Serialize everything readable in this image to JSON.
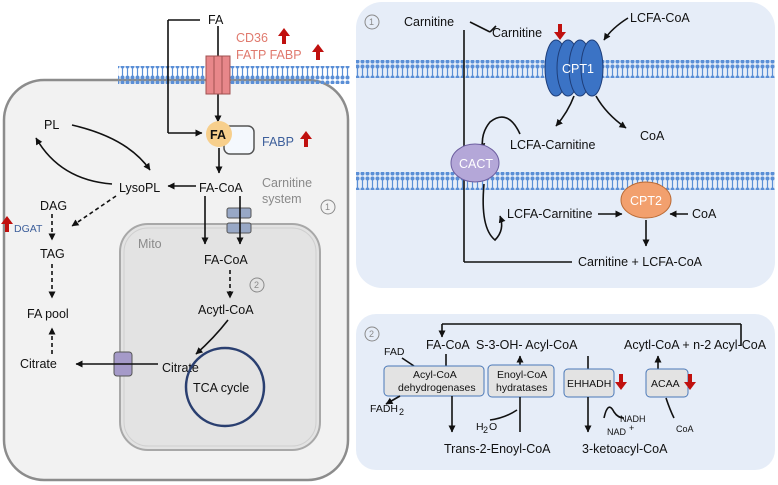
{
  "left_panel": {
    "fa": "FA",
    "cd36": "CD36",
    "fatp_fabp": "FATP FABP",
    "fa_cyto": "FA",
    "fabp": "FABP",
    "pl": "PL",
    "lysopl": "LysoPL",
    "dag": "DAG",
    "dgat": "DGAT",
    "tag": "TAG",
    "fa_pool": "FA pool",
    "citrate_cyto": "Citrate",
    "fa_coa": "FA-CoA",
    "carnitine_system_1": "Carnitine",
    "carnitine_system_2": "system",
    "circle_1": "1",
    "mito": "Mito",
    "fa_coa_mito": "FA-CoA",
    "circle_2": "2",
    "acyl_coa": "Acytl-CoA",
    "citrate_mito": "Citrate",
    "tca_1": "TCA cycle"
  },
  "panel1": {
    "circle": "1",
    "carnitine_out": "Carnitine",
    "carnitine_in": "Carnitine",
    "lcfa_coa": "LCFA-CoA",
    "cpt1": "CPT1",
    "coa_1": "CoA",
    "lcfa_carnitine_1": "LCFA-Carnitine",
    "cact": "CACT",
    "lcfa_carnitine_2": "LCFA-Carnitine",
    "cpt2": "CPT2",
    "coa_2": "CoA",
    "product": "Carnitine + LCFA-CoA"
  },
  "panel2": {
    "circle": "2",
    "fad": "FAD",
    "fa_coa": "FA-CoA",
    "acyl_coa_dh_1": "Acyl-CoA",
    "acyl_coa_dh_2": "dehydrogenases",
    "fadh2": "FADH",
    "fadh2_sub": "2",
    "trans_enoyl": "Trans-2-Enoyl-CoA",
    "s3oh": "S-3-OH- Acyl-CoA",
    "enoyl_1": "Enoyl-CoA",
    "enoyl_2": "hydratases",
    "h2o": "H",
    "h2o_sub": "2",
    "h2o_o": "O",
    "ehhadh": "EHHADH",
    "nadh": "NADH",
    "nad": "NAD",
    "nad_sup": "+",
    "ketoacyl": "3-ketoacyl-CoA",
    "acyl_n2": "Acytl-CoA + n-2 Acyl-CoA",
    "acaa": "ACAA",
    "coa": "CoA"
  },
  "colors": {
    "panel_bg": "#e6edf8",
    "cell_bg": "#f2f2f2",
    "mito_bg": "#e3e3e3",
    "membrane": "#5b8fd6",
    "transporter": "#e8878a",
    "fa_circle": "#f7cf8c",
    "cpt1": "#3b73c5",
    "cact": "#b4a7d8",
    "cpt2": "#f2a06e",
    "enzyme_box": "#e3e3e3",
    "arrow_red": "#c0100e",
    "label_blue": "#3d5f9b",
    "label_salmon": "#e07a6e"
  }
}
